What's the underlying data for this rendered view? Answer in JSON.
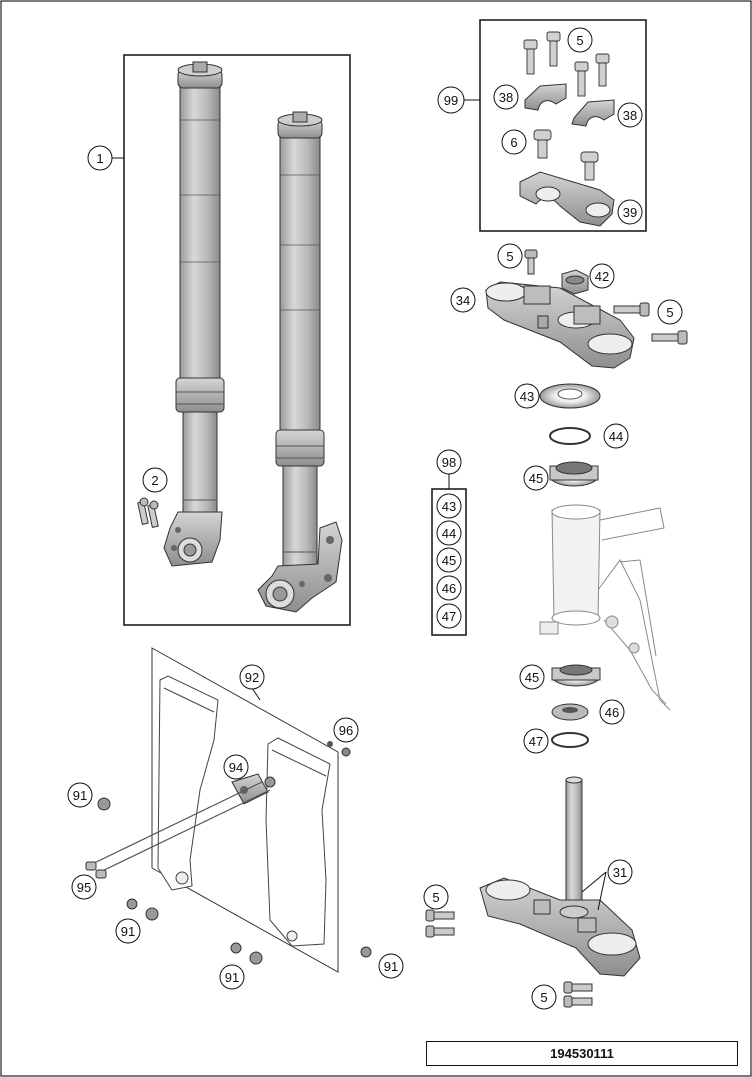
{
  "diagram_id": "194530111",
  "callouts": [
    {
      "id": "c1",
      "label": "1"
    },
    {
      "id": "c2",
      "label": "2"
    },
    {
      "id": "c5a",
      "label": "5"
    },
    {
      "id": "c99",
      "label": "99"
    },
    {
      "id": "c38a",
      "label": "38"
    },
    {
      "id": "c38b",
      "label": "38"
    },
    {
      "id": "c6",
      "label": "6"
    },
    {
      "id": "c39",
      "label": "39"
    },
    {
      "id": "c5b",
      "label": "5"
    },
    {
      "id": "c42",
      "label": "42"
    },
    {
      "id": "c34",
      "label": "34"
    },
    {
      "id": "c5c",
      "label": "5"
    },
    {
      "id": "c43",
      "label": "43"
    },
    {
      "id": "c44",
      "label": "44"
    },
    {
      "id": "c98",
      "label": "98"
    },
    {
      "id": "c45a",
      "label": "45"
    },
    {
      "id": "c98_43",
      "label": "43"
    },
    {
      "id": "c98_44",
      "label": "44"
    },
    {
      "id": "c98_45",
      "label": "45"
    },
    {
      "id": "c98_46",
      "label": "46"
    },
    {
      "id": "c98_47",
      "label": "47"
    },
    {
      "id": "c92",
      "label": "92"
    },
    {
      "id": "c96",
      "label": "96"
    },
    {
      "id": "c94",
      "label": "94"
    },
    {
      "id": "c45b",
      "label": "45"
    },
    {
      "id": "c46",
      "label": "46"
    },
    {
      "id": "c47",
      "label": "47"
    },
    {
      "id": "c91a",
      "label": "91"
    },
    {
      "id": "c95",
      "label": "95"
    },
    {
      "id": "c31",
      "label": "31"
    },
    {
      "id": "c5d",
      "label": "5"
    },
    {
      "id": "c91b",
      "label": "91"
    },
    {
      "id": "c91c",
      "label": "91"
    },
    {
      "id": "c91d",
      "label": "91"
    },
    {
      "id": "c5e",
      "label": "5"
    }
  ]
}
